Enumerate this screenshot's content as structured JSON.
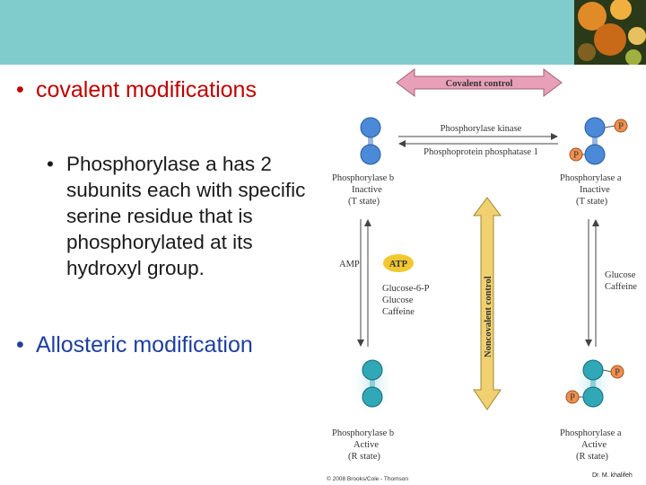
{
  "slide": {
    "bullet_1": "covalent modifications",
    "bullet_2": "Phosphorylase a has 2 subunits each with specific serine residue that is phosphorylated at its hydroxyl group.",
    "bullet_3": "Allosteric modification",
    "bullet_symbol": "•",
    "credit": "Dr. M. khalifeh"
  },
  "figure": {
    "covalent_control": "Covalent control",
    "noncovalent_control": "Noncovalent control",
    "kinase": "Phosphorylase kinase",
    "phosphatase": "Phosphoprotein phosphatase 1",
    "top_left": [
      "Phosphorylase b",
      "Inactive",
      "(T state)"
    ],
    "top_right": [
      "Phosphorylase a",
      "Inactive",
      "(T state)"
    ],
    "bottom_left": [
      "Phosphorylase b",
      "Active",
      "(R state)"
    ],
    "bottom_right": [
      "Phosphorylase a",
      "Active",
      "(R state)"
    ],
    "amp": "AMP",
    "atp": "ATP",
    "left_inhibitors": [
      "Glucose-6-P",
      "Glucose",
      "Caffeine"
    ],
    "right_inhibitors": [
      "Glucose",
      "Caffeine"
    ],
    "p_label": "P",
    "copyright": "© 2008 Brooks/Cole - Thomson",
    "colors": {
      "arrow_pink": "#e8a0b8",
      "arrow_yellow": "#f0d070",
      "subunit_blue": "#4a8ad8",
      "subunit_teal": "#30a8b8",
      "phospho_orange": "#f09050"
    }
  }
}
